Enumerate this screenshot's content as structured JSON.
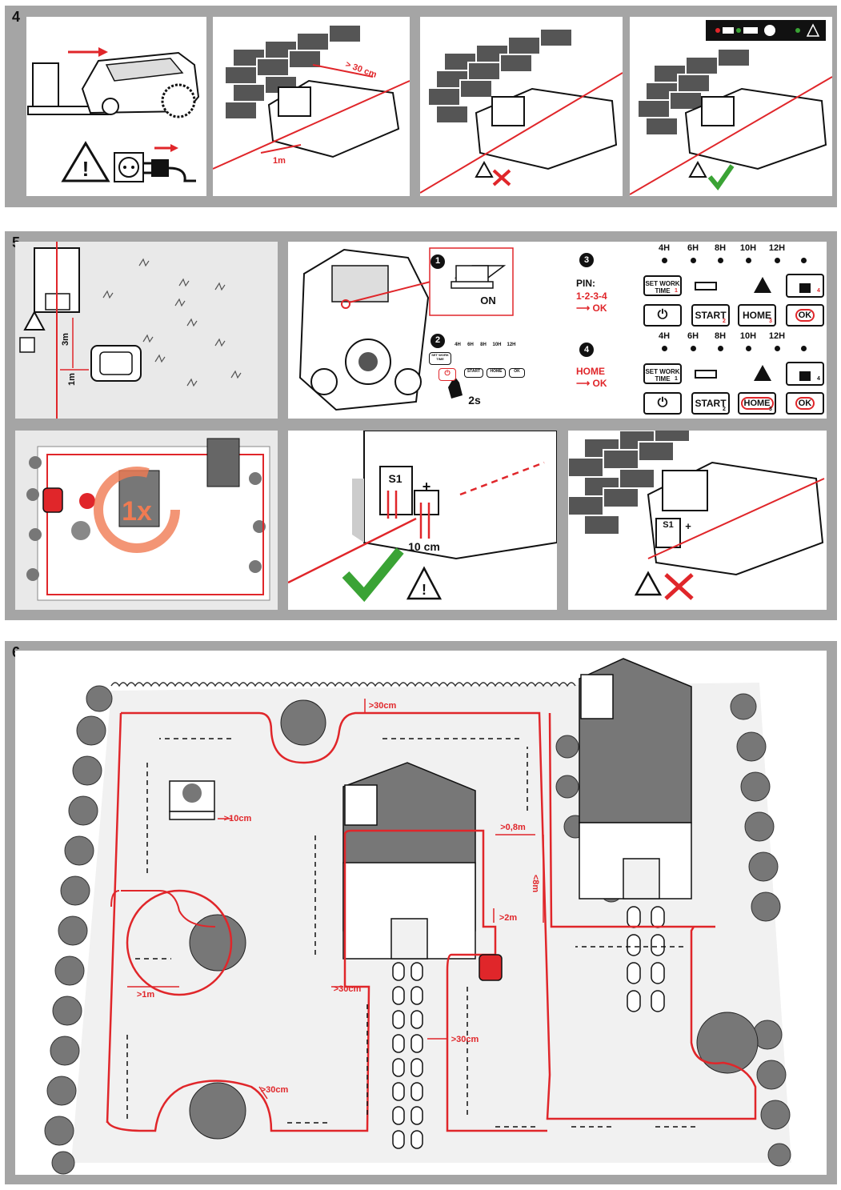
{
  "sections": {
    "s4": "4",
    "s5": "5",
    "s6": "6"
  },
  "panel4": {
    "dist_wall": "> 30 cm",
    "dist_wire": "1m",
    "led_strip_icons": [
      "led-off",
      "led-red",
      "led-green",
      "battery",
      "moon",
      "sun",
      "warning"
    ]
  },
  "panel5a": {
    "dist_3m": "3m",
    "dist_1m": "1m"
  },
  "panel5b": {
    "switch_label": "ON",
    "step1": "1",
    "step2": "2",
    "step3": "3",
    "step4": "4",
    "hold_time": "2s",
    "small_hours": [
      "4H",
      "6H",
      "8H",
      "10H",
      "12H"
    ],
    "small_buttons": [
      "SET WORK TIME",
      "START",
      "HOME",
      "OK"
    ],
    "pin_title": "PIN:",
    "pin_code": "1-2-3-4",
    "pin_ok": "OK",
    "home_title": "HOME",
    "home_ok": "OK",
    "hours": [
      "4H",
      "6H",
      "8H",
      "10H",
      "12H"
    ],
    "set_work_time": "SET WORK TIME",
    "start": "START",
    "home": "HOME",
    "ok": "OK",
    "digits": [
      "1",
      "2",
      "3",
      "4"
    ]
  },
  "panel5c": {
    "times": "1x"
  },
  "panel5d": {
    "s1": "S1",
    "plus": "+",
    "distance": "10 cm"
  },
  "panel5e": {
    "s1": "S1",
    "plus": "+"
  },
  "panel6": {
    "d_30cm_top": ">30cm",
    "d_10cm": ">10cm",
    "d_08m": ">0,8m",
    "d_8m": "<8m",
    "d_2m": ">2m",
    "d_30cm_house": ">30cm",
    "d_1m": ">1m",
    "d_30cm_path": ">30cm",
    "d_30cm_bush": ">30cm"
  },
  "colors": {
    "accent_red": "#e0262a",
    "ok_green": "#3aa335",
    "frame_grey": "#a5a5a5",
    "lawn_grey": "#e9e9e9"
  }
}
